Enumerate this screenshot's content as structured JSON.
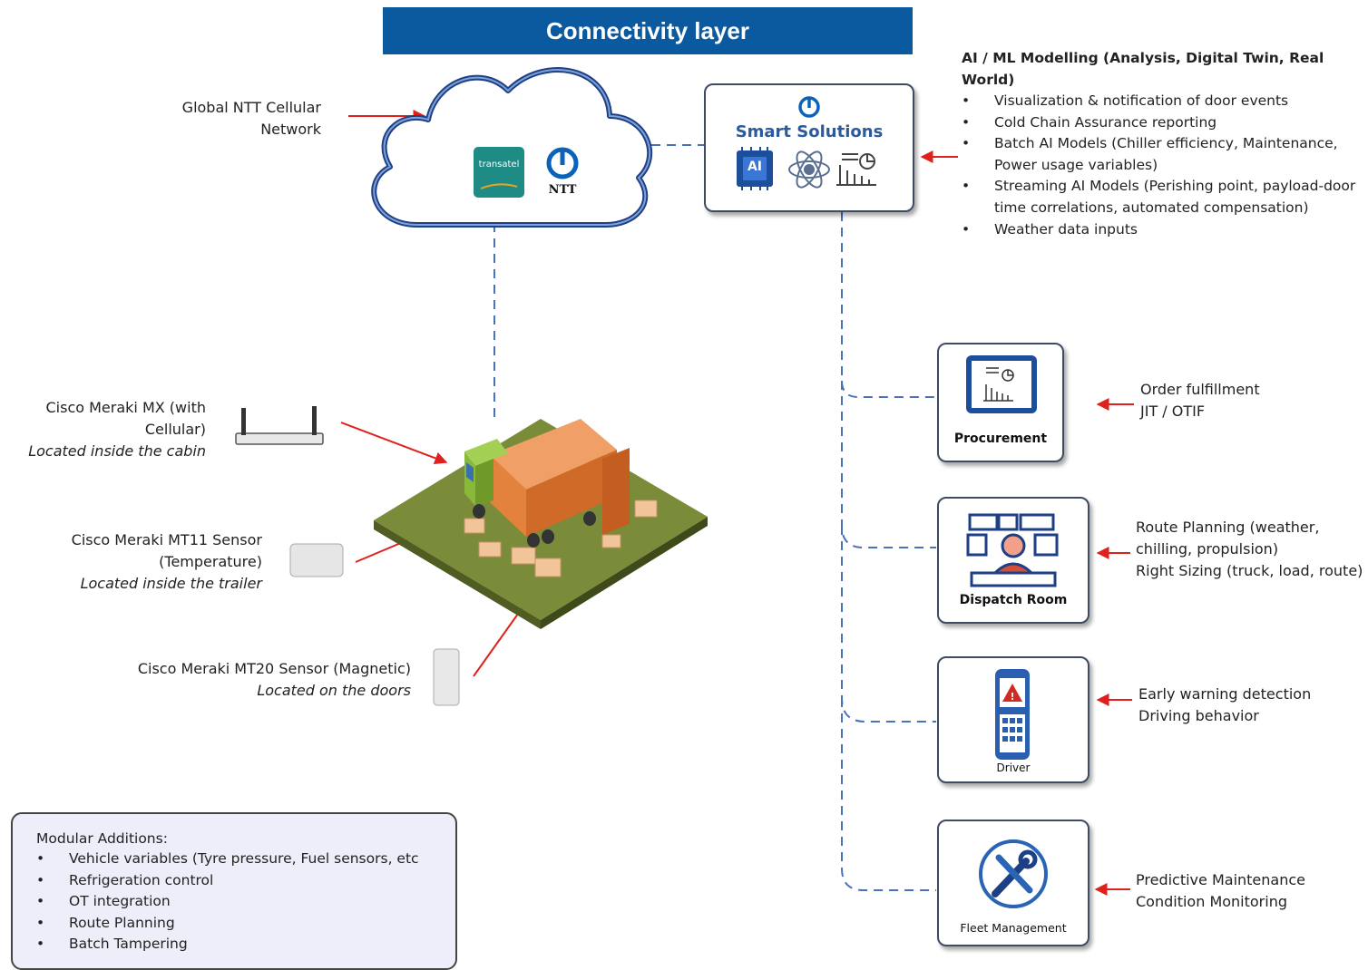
{
  "banner": {
    "title": "Connectivity layer"
  },
  "cloud": {
    "label_line1": "Global NTT Cellular",
    "label_line2": "Network",
    "logo_transatel": "transatel",
    "logo_ntt": "NTT"
  },
  "smart_solutions": {
    "title": "Smart Solutions",
    "ai_chip": "AI"
  },
  "ai_ml": {
    "heading": "AI / ML Modelling (Analysis, Digital Twin, Real World)",
    "bullets": [
      "Visualization & notification of door events",
      "Cold Chain Assurance reporting",
      "Batch AI Models (Chiller efficiency, Maintenance,",
      "Streaming AI Models (Perishing point, payload-door",
      "Weather data inputs"
    ],
    "bullet_cont": [
      "Power usage variables)",
      "time correlations, automated compensation)"
    ]
  },
  "devices": {
    "mx_line1": "Cisco Meraki MX (with",
    "mx_line2": "Cellular)",
    "mx_loc": "Located inside the cabin",
    "mt11_line1": "Cisco Meraki MT11 Sensor",
    "mt11_line2": "(Temperature)",
    "mt11_loc": "Located inside the trailer",
    "mt20_line1": "Cisco Meraki MT20 Sensor (Magnetic)",
    "mt20_loc": "Located on the doors"
  },
  "apps": [
    {
      "label": "Procurement",
      "desc": [
        "Order fulfillment",
        "JIT / OTIF"
      ]
    },
    {
      "label": "Dispatch Room",
      "desc": [
        "Route Planning (weather,",
        "chilling, propulsion)",
        "Right Sizing (truck, load, route)"
      ]
    },
    {
      "label": "Driver",
      "desc": [
        "Early warning detection",
        "Driving behavior"
      ]
    },
    {
      "label": "Fleet Management",
      "desc": [
        "Predictive Maintenance",
        "Condition Monitoring"
      ]
    }
  ],
  "modular": {
    "title": "Modular Additions:",
    "items": [
      "Vehicle variables (Tyre pressure, Fuel sensors, etc",
      "Refrigeration control",
      "OT integration",
      "Route Planning",
      "Batch Tampering"
    ]
  },
  "colors": {
    "banner": "#0b5aa0",
    "arrow": "#e0201c",
    "dashed": "#4a72b8",
    "cloud_outline": "#1f3f86",
    "ground": "#7a8c3a",
    "trailer": "#e3823c",
    "cab": "#8ab83a",
    "box": "#f2c49a"
  }
}
